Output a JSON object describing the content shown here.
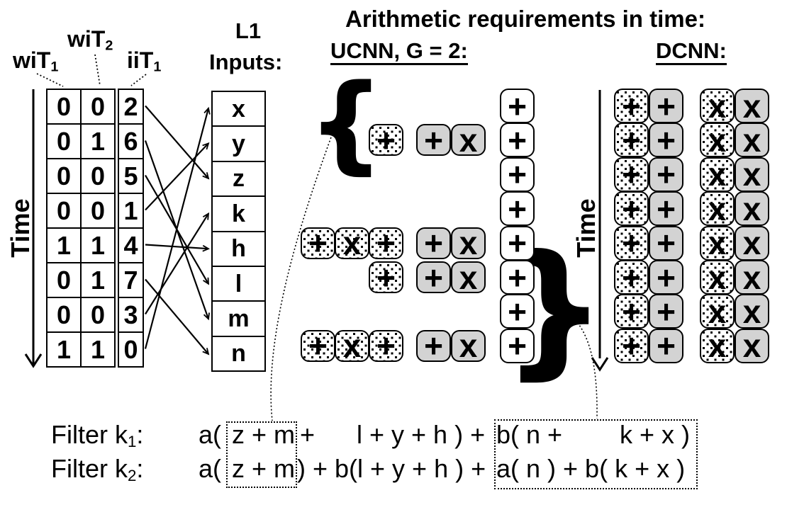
{
  "title": "Arithmetic requirements in time:",
  "left_panel": {
    "time_axis_label": "Time",
    "column_headers": [
      {
        "base": "wiT",
        "sub": "1"
      },
      {
        "base": "wiT",
        "sub": "2"
      },
      {
        "base": "iiT",
        "sub": "1"
      }
    ],
    "schedule_rows": [
      [
        "0",
        "0",
        "2"
      ],
      [
        "0",
        "1",
        "6"
      ],
      [
        "0",
        "0",
        "5"
      ],
      [
        "0",
        "0",
        "1"
      ],
      [
        "1",
        "1",
        "4"
      ],
      [
        "0",
        "1",
        "7"
      ],
      [
        "0",
        "0",
        "3"
      ],
      [
        "1",
        "1",
        "0"
      ]
    ],
    "l1_header": {
      "line1": "L1",
      "line2": "Inputs:"
    },
    "l1_inputs": [
      "x",
      "y",
      "z",
      "k",
      "h",
      "l",
      "m",
      "n"
    ],
    "input_arrow_map": [
      [
        0,
        2
      ],
      [
        1,
        6
      ],
      [
        2,
        5
      ],
      [
        3,
        1
      ],
      [
        4,
        4
      ],
      [
        5,
        7
      ],
      [
        6,
        3
      ],
      [
        7,
        0
      ]
    ]
  },
  "ucnn": {
    "heading": "UCNN, G = 2:",
    "brace_left": "{",
    "brace_right": "}",
    "rows": [
      [
        {
          "col": 6,
          "fill": "white",
          "op": "plus"
        }
      ],
      [
        {
          "col": 3,
          "fill": "dotted",
          "op": "plus"
        },
        {
          "col": 4,
          "fill": "gray",
          "op": "plus"
        },
        {
          "col": 5,
          "fill": "gray",
          "op": "times"
        },
        {
          "col": 6,
          "fill": "white",
          "op": "plus"
        }
      ],
      [
        {
          "col": 6,
          "fill": "white",
          "op": "plus"
        }
      ],
      [
        {
          "col": 6,
          "fill": "white",
          "op": "plus"
        }
      ],
      [
        {
          "col": 1,
          "fill": "dotted",
          "op": "plus"
        },
        {
          "col": 2,
          "fill": "dotted",
          "op": "times"
        },
        {
          "col": 3,
          "fill": "dotted",
          "op": "plus"
        },
        {
          "col": 4,
          "fill": "gray",
          "op": "plus"
        },
        {
          "col": 5,
          "fill": "gray",
          "op": "times"
        },
        {
          "col": 6,
          "fill": "white",
          "op": "plus"
        }
      ],
      [
        {
          "col": 3,
          "fill": "dotted",
          "op": "plus"
        },
        {
          "col": 4,
          "fill": "gray",
          "op": "plus"
        },
        {
          "col": 5,
          "fill": "gray",
          "op": "times"
        },
        {
          "col": 6,
          "fill": "white",
          "op": "plus"
        }
      ],
      [
        {
          "col": 6,
          "fill": "white",
          "op": "plus"
        }
      ],
      [
        {
          "col": 1,
          "fill": "dotted",
          "op": "plus"
        },
        {
          "col": 2,
          "fill": "dotted",
          "op": "times"
        },
        {
          "col": 3,
          "fill": "dotted",
          "op": "plus"
        },
        {
          "col": 4,
          "fill": "gray",
          "op": "plus"
        },
        {
          "col": 5,
          "fill": "gray",
          "op": "times"
        },
        {
          "col": 6,
          "fill": "white",
          "op": "plus"
        }
      ]
    ]
  },
  "dcnn": {
    "heading": "DCNN:",
    "time_axis_label": "Time",
    "rows": [
      [
        {
          "col": 1,
          "fill": "dotted",
          "op": "plus"
        },
        {
          "col": 2,
          "fill": "gray",
          "op": "plus"
        },
        {
          "col": 3,
          "fill": "dotted",
          "op": "times"
        },
        {
          "col": 4,
          "fill": "gray",
          "op": "times"
        }
      ],
      [
        {
          "col": 1,
          "fill": "dotted",
          "op": "plus"
        },
        {
          "col": 2,
          "fill": "gray",
          "op": "plus"
        },
        {
          "col": 3,
          "fill": "dotted",
          "op": "times"
        },
        {
          "col": 4,
          "fill": "gray",
          "op": "times"
        }
      ],
      [
        {
          "col": 1,
          "fill": "dotted",
          "op": "plus"
        },
        {
          "col": 2,
          "fill": "gray",
          "op": "plus"
        },
        {
          "col": 3,
          "fill": "dotted",
          "op": "times"
        },
        {
          "col": 4,
          "fill": "gray",
          "op": "times"
        }
      ],
      [
        {
          "col": 1,
          "fill": "dotted",
          "op": "plus"
        },
        {
          "col": 2,
          "fill": "gray",
          "op": "plus"
        },
        {
          "col": 3,
          "fill": "dotted",
          "op": "times"
        },
        {
          "col": 4,
          "fill": "gray",
          "op": "times"
        }
      ],
      [
        {
          "col": 1,
          "fill": "dotted",
          "op": "plus"
        },
        {
          "col": 2,
          "fill": "gray",
          "op": "plus"
        },
        {
          "col": 3,
          "fill": "dotted",
          "op": "times"
        },
        {
          "col": 4,
          "fill": "gray",
          "op": "times"
        }
      ],
      [
        {
          "col": 1,
          "fill": "dotted",
          "op": "plus"
        },
        {
          "col": 2,
          "fill": "gray",
          "op": "plus"
        },
        {
          "col": 3,
          "fill": "dotted",
          "op": "times"
        },
        {
          "col": 4,
          "fill": "gray",
          "op": "times"
        }
      ],
      [
        {
          "col": 1,
          "fill": "dotted",
          "op": "plus"
        },
        {
          "col": 2,
          "fill": "gray",
          "op": "plus"
        },
        {
          "col": 3,
          "fill": "dotted",
          "op": "times"
        },
        {
          "col": 4,
          "fill": "gray",
          "op": "times"
        }
      ],
      [
        {
          "col": 1,
          "fill": "dotted",
          "op": "plus"
        },
        {
          "col": 2,
          "fill": "gray",
          "op": "plus"
        },
        {
          "col": 3,
          "fill": "dotted",
          "op": "times"
        },
        {
          "col": 4,
          "fill": "gray",
          "op": "times"
        }
      ]
    ]
  },
  "symbols": {
    "plus": "+",
    "times": "x"
  },
  "equations": {
    "filter1_label": {
      "base": "Filter k",
      "sub": "1",
      "suffix": ":"
    },
    "filter2_label": {
      "base": "Filter k",
      "sub": "2",
      "suffix": ":"
    },
    "line1": {
      "seg1": "a(",
      "seg2": "z + m",
      "seg3": "+",
      "seg4": "l + y + h ) +",
      "seg5": "b( n +",
      "seg6": "k + x )"
    },
    "line2": {
      "seg1": "a(",
      "seg2": "z + m",
      "seg3": ") + b(l + y + h ) +",
      "seg4": "a( n ) + b( k + x )"
    }
  },
  "colors": {
    "box_gray": "#d3d3d3",
    "ink": "#000000"
  }
}
